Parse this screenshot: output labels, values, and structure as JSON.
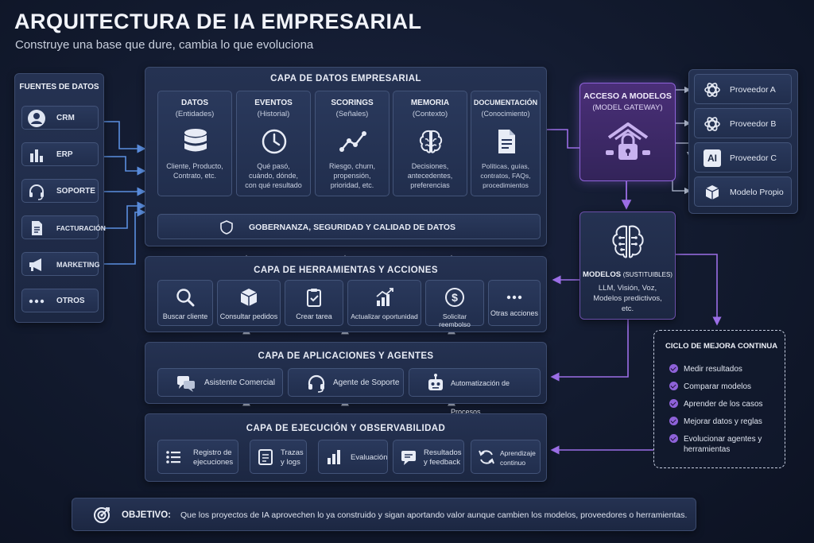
{
  "header": {
    "title": "ARQUITECTURA DE IA EMPRESARIAL",
    "subtitle": "Construye una base que dure, cambia lo que evoluciona"
  },
  "sources": {
    "title": "FUENTES DE DATOS",
    "items": [
      {
        "label": "CRM",
        "icon": "user-icon"
      },
      {
        "label": "ERP",
        "icon": "bar-chart-icon"
      },
      {
        "label": "SOPORTE",
        "icon": "headset-icon"
      },
      {
        "label": "FACTURACIÓN",
        "icon": "document-icon"
      },
      {
        "label": "MARKETING",
        "icon": "megaphone-icon"
      },
      {
        "label": "OTROS",
        "icon": "dots-icon"
      }
    ]
  },
  "data_layer": {
    "title": "CAPA DE DATOS EMPRESARIAL",
    "columns": [
      {
        "title": "DATOS",
        "subtitle": "(Entidades)",
        "desc1": "Cliente, Producto,",
        "desc2": "Contrato, etc.",
        "desc3": "",
        "desc4": "",
        "icon": "database-icon"
      },
      {
        "title": "EVENTOS",
        "subtitle": "(Historial)",
        "desc1": "Qué pasó,",
        "desc2": "cuándo, dónde,",
        "desc3": "con qué resultado",
        "desc4": "",
        "icon": "clock-icon"
      },
      {
        "title": "SCORINGS",
        "subtitle": "(Señales)",
        "desc1": "Riesgo, churn,",
        "desc2": "propensión,",
        "desc3": "prioridad, etc.",
        "desc4": "",
        "icon": "trend-line-icon"
      },
      {
        "title": "MEMORIA",
        "subtitle": "(Contexto)",
        "desc1": "Decisiones,",
        "desc2": "antecedentes,",
        "desc3": "preferencias",
        "desc4": "",
        "icon": "brain-icon"
      },
      {
        "title": "DOCUMENTACIÓN",
        "subtitle": "(Conocimiento)",
        "desc1": "Políticas, guías,",
        "desc2": "contratos, FAQs,",
        "desc3": "procedimientos",
        "desc4": "",
        "icon": "file-icon"
      }
    ],
    "governance": "GOBERNANZA, SEGURIDAD Y CALIDAD DE DATOS"
  },
  "tools_layer": {
    "title": "CAPA DE HERRAMIENTAS Y ACCIONES",
    "items": [
      {
        "label": "Buscar cliente",
        "icon": "search-icon"
      },
      {
        "label": "Consultar pedidos",
        "icon": "package-icon"
      },
      {
        "label": "Crear tarea",
        "icon": "clipboard-icon"
      },
      {
        "label": "Actualizar oportunidad",
        "icon": "growth-chart-icon"
      },
      {
        "label": "Solicitar reembolso",
        "icon": "dollar-icon"
      },
      {
        "label": "Otras acciones",
        "icon": "dots-icon"
      }
    ]
  },
  "apps_layer": {
    "title": "CAPA DE APLICACIONES Y AGENTES",
    "items": [
      {
        "label": "Asistente Comercial",
        "icon": "chat-icon"
      },
      {
        "label": "Agente de Soporte",
        "icon": "headset-icon"
      },
      {
        "label": "Automatización de Procesos",
        "icon": "robot-icon"
      }
    ]
  },
  "exec_layer": {
    "title": "CAPA DE EJECUCIÓN Y OBSERVABILIDAD",
    "items": [
      {
        "line1": "Registro de",
        "line2": "ejecuciones",
        "icon": "list-icon"
      },
      {
        "line1": "Trazas",
        "line2": "y logs",
        "icon": "log-icon"
      },
      {
        "line1": "Evaluación",
        "line2": "",
        "icon": "bars-icon"
      },
      {
        "line1": "Resultados",
        "line2": "y feedback",
        "icon": "feedback-icon"
      },
      {
        "line1": "Aprendizaje",
        "line2": "continuo",
        "icon": "refresh-icon"
      }
    ]
  },
  "gateway": {
    "title": "ACCESO A MODELOS",
    "subtitle": "(MODEL GATEWAY)",
    "icon": "lock-gateway-icon"
  },
  "providers": [
    {
      "label": "Proveedor A",
      "icon": "provider-a-icon"
    },
    {
      "label": "Proveedor B",
      "icon": "provider-b-icon"
    },
    {
      "label": "Proveedor C",
      "icon": "ai-text-icon",
      "icon_text": "AI"
    },
    {
      "label": "Modelo Propio",
      "icon": "cube-icon"
    }
  ],
  "models": {
    "title": "MODELOS",
    "title_suffix": "(SUSTITUIBLES)",
    "line1": "LLM, Visión, Voz,",
    "line2": "Modelos predictivos,",
    "line3": "etc.",
    "icon": "brain-circuit-icon"
  },
  "cycle": {
    "title": "CICLO DE MEJORA CONTINUA",
    "items": [
      {
        "line1": "Medir resultados",
        "line2": ""
      },
      {
        "line1": "Comparar modelos",
        "line2": ""
      },
      {
        "line1": "Aprender de los casos",
        "line2": ""
      },
      {
        "line1": "Mejorar datos y reglas",
        "line2": ""
      },
      {
        "line1": "Evolucionar agentes y",
        "line2": "herramientas"
      }
    ]
  },
  "objective": {
    "label": "OBJETIVO:",
    "text": "Que los proyectos de IA aprovechen lo ya construido y sigan aportando valor aunque cambien los modelos, proveedores o herramientas.",
    "icon": "target-icon"
  },
  "colors": {
    "accent_purple": "#8e62d9",
    "arrow_blue": "#5b8fe0",
    "panel": "#1c2742"
  }
}
